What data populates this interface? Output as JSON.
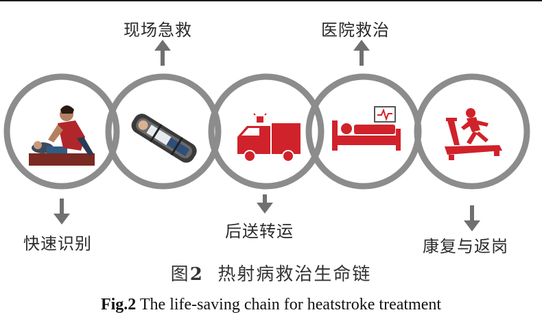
{
  "colors": {
    "ring": "#8c8c8c",
    "arrow": "#707070",
    "icon_red": "#d0222a",
    "text": "#2a2a2a"
  },
  "steps": {
    "scene_rescue": "现场急救",
    "hospital_treatment": "医院救治",
    "quick_identification": "快速识别",
    "transfer": "后送转运",
    "rehab_return": "康复与返岗"
  },
  "icons": [
    "first-aid-person-icon",
    "stretcher-patient-icon",
    "ambulance-icon",
    "hospital-bed-monitor-icon",
    "treadmill-runner-icon"
  ],
  "caption": {
    "cn_prefix": "图",
    "cn_number": "2",
    "cn_title": "热射病救治生命链",
    "en_prefix": "Fig.2",
    "en_title": "The life-saving  chain  for heatstroke treatment"
  }
}
